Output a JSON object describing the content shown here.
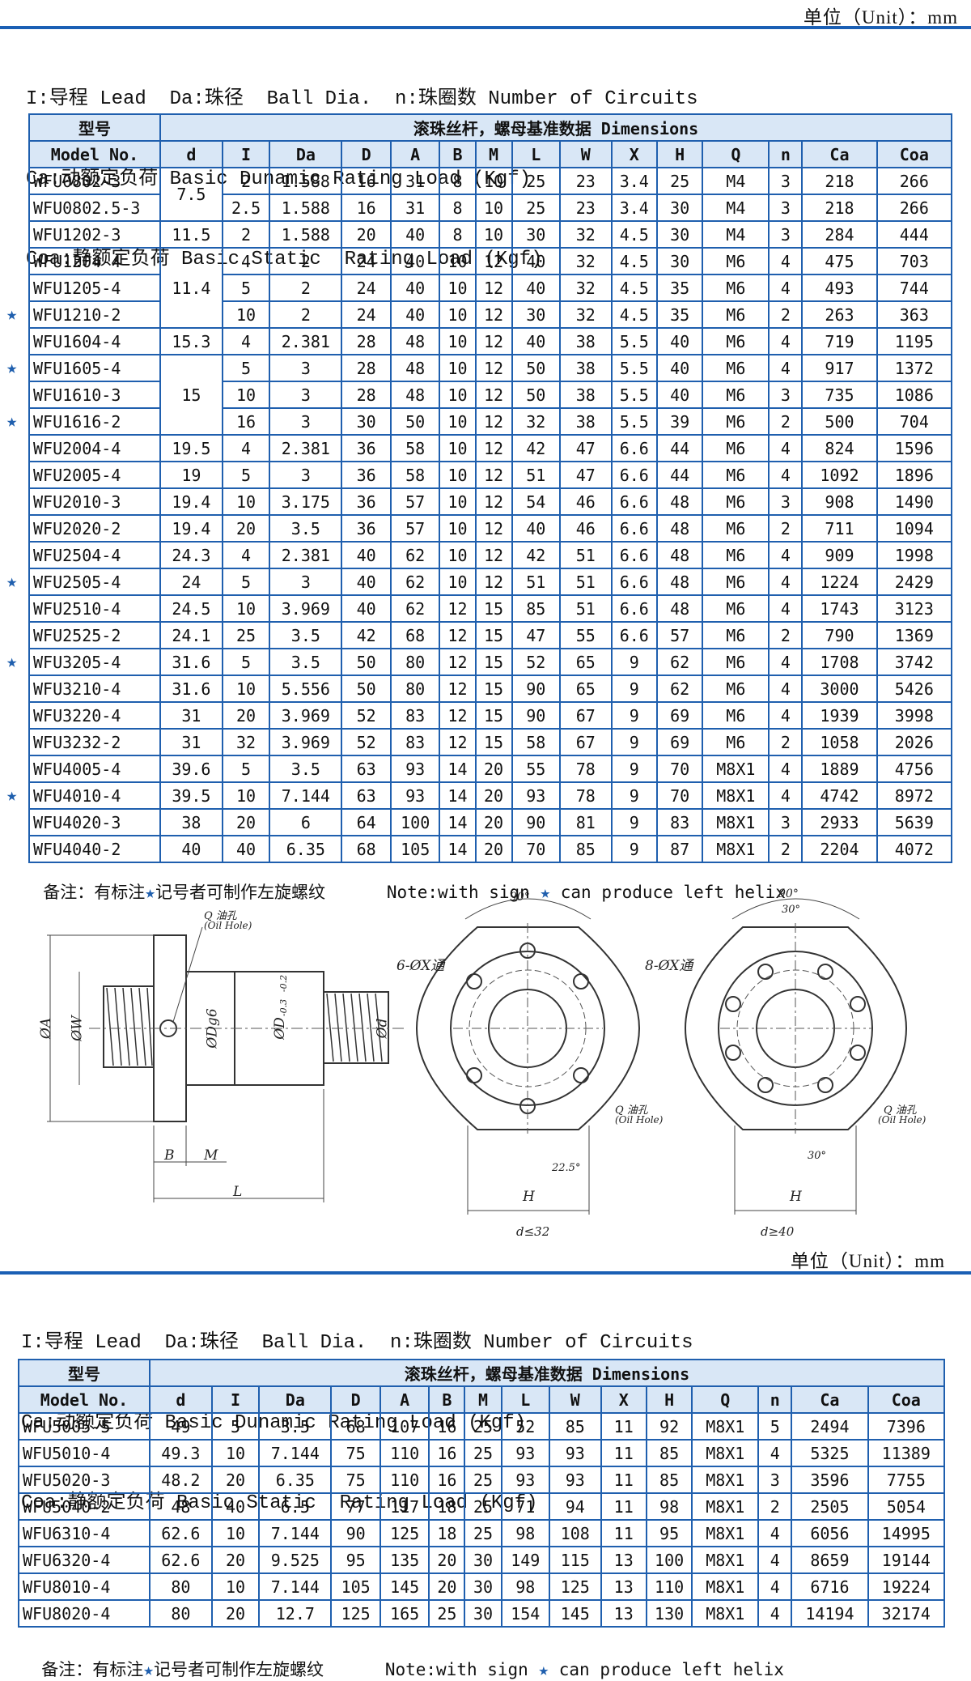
{
  "unit_label": "单位（Unit）：mm",
  "legend": [
    "I:导程 Lead  Da:珠径  Ball Dia.  n:珠圈数 Number of Circuits",
    "Ca:动额定负荷 Basic Dunamic Rating Load (Kgf)",
    "Coa:静额定负荷 Basic Static  Rating Load (Kgf)"
  ],
  "header": {
    "model_cn": "型号",
    "model_en": "Model No.",
    "dimensions": "滚珠丝杆，螺母基准数据 Dimensions",
    "columns": [
      "d",
      "I",
      "Da",
      "D",
      "A",
      "B",
      "M",
      "L",
      "W",
      "X",
      "H",
      "Q",
      "n",
      "Ca",
      "Coa"
    ]
  },
  "table1": [
    {
      "model": "WFU0802-3",
      "star": false,
      "d": "7.5",
      "I": "2",
      "Da": "1.588",
      "D": "16",
      "A": "31",
      "B": "8",
      "M": "10",
      "L": "25",
      "W": "23",
      "X": "3.4",
      "H": "25",
      "Q": "M4",
      "n": "3",
      "Ca": "218",
      "Coa": "266"
    },
    {
      "model": "WFU0802.5-3",
      "star": false,
      "d": "",
      "I": "2.5",
      "Da": "1.588",
      "D": "16",
      "A": "31",
      "B": "8",
      "M": "10",
      "L": "25",
      "W": "23",
      "X": "3.4",
      "H": "30",
      "Q": "M4",
      "n": "3",
      "Ca": "218",
      "Coa": "266"
    },
    {
      "model": "WFU1202-3",
      "star": false,
      "d": "11.5",
      "I": "2",
      "Da": "1.588",
      "D": "20",
      "A": "40",
      "B": "8",
      "M": "10",
      "L": "30",
      "W": "32",
      "X": "4.5",
      "H": "30",
      "Q": "M4",
      "n": "3",
      "Ca": "284",
      "Coa": "444"
    },
    {
      "model": "WFU1204-4",
      "star": false,
      "d": "11.4",
      "I": "4",
      "Da": "2",
      "D": "24",
      "A": "40",
      "B": "10",
      "M": "12",
      "L": "40",
      "W": "32",
      "X": "4.5",
      "H": "30",
      "Q": "M6",
      "n": "4",
      "Ca": "475",
      "Coa": "703"
    },
    {
      "model": "WFU1205-4",
      "star": false,
      "d": "",
      "I": "5",
      "Da": "2",
      "D": "24",
      "A": "40",
      "B": "10",
      "M": "12",
      "L": "40",
      "W": "32",
      "X": "4.5",
      "H": "35",
      "Q": "M6",
      "n": "4",
      "Ca": "493",
      "Coa": "744"
    },
    {
      "model": "WFU1210-2",
      "star": true,
      "d": "",
      "I": "10",
      "Da": "2",
      "D": "24",
      "A": "40",
      "B": "10",
      "M": "12",
      "L": "30",
      "W": "32",
      "X": "4.5",
      "H": "35",
      "Q": "M6",
      "n": "2",
      "Ca": "263",
      "Coa": "363"
    },
    {
      "model": "WFU1604-4",
      "star": false,
      "d": "15.3",
      "I": "4",
      "Da": "2.381",
      "D": "28",
      "A": "48",
      "B": "10",
      "M": "12",
      "L": "40",
      "W": "38",
      "X": "5.5",
      "H": "40",
      "Q": "M6",
      "n": "4",
      "Ca": "719",
      "Coa": "1195"
    },
    {
      "model": "WFU1605-4",
      "star": true,
      "d": "15",
      "I": "5",
      "Da": "3",
      "D": "28",
      "A": "48",
      "B": "10",
      "M": "12",
      "L": "50",
      "W": "38",
      "X": "5.5",
      "H": "40",
      "Q": "M6",
      "n": "4",
      "Ca": "917",
      "Coa": "1372"
    },
    {
      "model": "WFU1610-3",
      "star": false,
      "d": "",
      "I": "10",
      "Da": "3",
      "D": "28",
      "A": "48",
      "B": "10",
      "M": "12",
      "L": "50",
      "W": "38",
      "X": "5.5",
      "H": "40",
      "Q": "M6",
      "n": "3",
      "Ca": "735",
      "Coa": "1086"
    },
    {
      "model": "WFU1616-2",
      "star": true,
      "d": "",
      "I": "16",
      "Da": "3",
      "D": "30",
      "A": "50",
      "B": "10",
      "M": "12",
      "L": "32",
      "W": "38",
      "X": "5.5",
      "H": "39",
      "Q": "M6",
      "n": "2",
      "Ca": "500",
      "Coa": "704"
    },
    {
      "model": "WFU2004-4",
      "star": false,
      "d": "19.5",
      "I": "4",
      "Da": "2.381",
      "D": "36",
      "A": "58",
      "B": "10",
      "M": "12",
      "L": "42",
      "W": "47",
      "X": "6.6",
      "H": "44",
      "Q": "M6",
      "n": "4",
      "Ca": "824",
      "Coa": "1596"
    },
    {
      "model": "WFU2005-4",
      "star": false,
      "d": "19",
      "I": "5",
      "Da": "3",
      "D": "36",
      "A": "58",
      "B": "10",
      "M": "12",
      "L": "51",
      "W": "47",
      "X": "6.6",
      "H": "44",
      "Q": "M6",
      "n": "4",
      "Ca": "1092",
      "Coa": "1896"
    },
    {
      "model": "WFU2010-3",
      "star": false,
      "d": "19.4",
      "I": "10",
      "Da": "3.175",
      "D": "36",
      "A": "57",
      "B": "10",
      "M": "12",
      "L": "54",
      "W": "46",
      "X": "6.6",
      "H": "48",
      "Q": "M6",
      "n": "3",
      "Ca": "908",
      "Coa": "1490"
    },
    {
      "model": "WFU2020-2",
      "star": false,
      "d": "19.4",
      "I": "20",
      "Da": "3.5",
      "D": "36",
      "A": "57",
      "B": "10",
      "M": "12",
      "L": "40",
      "W": "46",
      "X": "6.6",
      "H": "48",
      "Q": "M6",
      "n": "2",
      "Ca": "711",
      "Coa": "1094"
    },
    {
      "model": "WFU2504-4",
      "star": false,
      "d": "24.3",
      "I": "4",
      "Da": "2.381",
      "D": "40",
      "A": "62",
      "B": "10",
      "M": "12",
      "L": "42",
      "W": "51",
      "X": "6.6",
      "H": "48",
      "Q": "M6",
      "n": "4",
      "Ca": "909",
      "Coa": "1998"
    },
    {
      "model": "WFU2505-4",
      "star": true,
      "d": "24",
      "I": "5",
      "Da": "3",
      "D": "40",
      "A": "62",
      "B": "10",
      "M": "12",
      "L": "51",
      "W": "51",
      "X": "6.6",
      "H": "48",
      "Q": "M6",
      "n": "4",
      "Ca": "1224",
      "Coa": "2429"
    },
    {
      "model": "WFU2510-4",
      "star": false,
      "d": "24.5",
      "I": "10",
      "Da": "3.969",
      "D": "40",
      "A": "62",
      "B": "12",
      "M": "15",
      "L": "85",
      "W": "51",
      "X": "6.6",
      "H": "48",
      "Q": "M6",
      "n": "4",
      "Ca": "1743",
      "Coa": "3123"
    },
    {
      "model": "WFU2525-2",
      "star": false,
      "d": "24.1",
      "I": "25",
      "Da": "3.5",
      "D": "42",
      "A": "68",
      "B": "12",
      "M": "15",
      "L": "47",
      "W": "55",
      "X": "6.6",
      "H": "57",
      "Q": "M6",
      "n": "2",
      "Ca": "790",
      "Coa": "1369"
    },
    {
      "model": "WFU3205-4",
      "star": true,
      "d": "31.6",
      "I": "5",
      "Da": "3.5",
      "D": "50",
      "A": "80",
      "B": "12",
      "M": "15",
      "L": "52",
      "W": "65",
      "X": "9",
      "H": "62",
      "Q": "M6",
      "n": "4",
      "Ca": "1708",
      "Coa": "3742"
    },
    {
      "model": "WFU3210-4",
      "star": false,
      "d": "31.6",
      "I": "10",
      "Da": "5.556",
      "D": "50",
      "A": "80",
      "B": "12",
      "M": "15",
      "L": "90",
      "W": "65",
      "X": "9",
      "H": "62",
      "Q": "M6",
      "n": "4",
      "Ca": "3000",
      "Coa": "5426"
    },
    {
      "model": "WFU3220-4",
      "star": false,
      "d": "31",
      "I": "20",
      "Da": "3.969",
      "D": "52",
      "A": "83",
      "B": "12",
      "M": "15",
      "L": "90",
      "W": "67",
      "X": "9",
      "H": "69",
      "Q": "M6",
      "n": "4",
      "Ca": "1939",
      "Coa": "3998"
    },
    {
      "model": "WFU3232-2",
      "star": false,
      "d": "31",
      "I": "32",
      "Da": "3.969",
      "D": "52",
      "A": "83",
      "B": "12",
      "M": "15",
      "L": "58",
      "W": "67",
      "X": "9",
      "H": "69",
      "Q": "M6",
      "n": "2",
      "Ca": "1058",
      "Coa": "2026"
    },
    {
      "model": "WFU4005-4",
      "star": false,
      "d": "39.6",
      "I": "5",
      "Da": "3.5",
      "D": "63",
      "A": "93",
      "B": "14",
      "M": "20",
      "L": "55",
      "W": "78",
      "X": "9",
      "H": "70",
      "Q": "M8X1",
      "n": "4",
      "Ca": "1889",
      "Coa": "4756"
    },
    {
      "model": "WFU4010-4",
      "star": true,
      "d": "39.5",
      "I": "10",
      "Da": "7.144",
      "D": "63",
      "A": "93",
      "B": "14",
      "M": "20",
      "L": "93",
      "W": "78",
      "X": "9",
      "H": "70",
      "Q": "M8X1",
      "n": "4",
      "Ca": "4742",
      "Coa": "8972"
    },
    {
      "model": "WFU4020-3",
      "star": false,
      "d": "38",
      "I": "20",
      "Da": "6",
      "D": "64",
      "A": "100",
      "B": "14",
      "M": "20",
      "L": "90",
      "W": "81",
      "X": "9",
      "H": "83",
      "Q": "M8X1",
      "n": "3",
      "Ca": "2933",
      "Coa": "5639"
    },
    {
      "model": "WFU4040-2",
      "star": false,
      "d": "40",
      "I": "40",
      "Da": "6.35",
      "D": "68",
      "A": "105",
      "B": "14",
      "M": "20",
      "L": "70",
      "W": "85",
      "X": "9",
      "H": "87",
      "Q": "M8X1",
      "n": "2",
      "Ca": "2204",
      "Coa": "4072"
    }
  ],
  "table2": [
    {
      "model": "WFU5005-5",
      "d": "49",
      "I": "5",
      "Da": "3.5",
      "D": "68",
      "A": "107",
      "B": "16",
      "M": "25",
      "L": "52",
      "W": "85",
      "X": "11",
      "H": "92",
      "Q": "M8X1",
      "n": "5",
      "Ca": "2494",
      "Coa": "7396"
    },
    {
      "model": "WFU5010-4",
      "d": "49.3",
      "I": "10",
      "Da": "7.144",
      "D": "75",
      "A": "110",
      "B": "16",
      "M": "25",
      "L": "93",
      "W": "93",
      "X": "11",
      "H": "85",
      "Q": "M8X1",
      "n": "4",
      "Ca": "5325",
      "Coa": "11389"
    },
    {
      "model": "WFU5020-3",
      "d": "48.2",
      "I": "20",
      "Da": "6.35",
      "D": "75",
      "A": "110",
      "B": "16",
      "M": "25",
      "L": "93",
      "W": "93",
      "X": "11",
      "H": "85",
      "Q": "M8X1",
      "n": "3",
      "Ca": "3596",
      "Coa": "7755"
    },
    {
      "model": "WFU5040-2",
      "d": "48",
      "I": "40",
      "Da": "6.5",
      "D": "77",
      "A": "117",
      "B": "18",
      "M": "25",
      "L": "71",
      "W": "94",
      "X": "11",
      "H": "98",
      "Q": "M8X1",
      "n": "2",
      "Ca": "2505",
      "Coa": "5054"
    },
    {
      "model": "WFU6310-4",
      "d": "62.6",
      "I": "10",
      "Da": "7.144",
      "D": "90",
      "A": "125",
      "B": "18",
      "M": "25",
      "L": "98",
      "W": "108",
      "X": "11",
      "H": "95",
      "Q": "M8X1",
      "n": "4",
      "Ca": "6056",
      "Coa": "14995"
    },
    {
      "model": "WFU6320-4",
      "d": "62.6",
      "I": "20",
      "Da": "9.525",
      "D": "95",
      "A": "135",
      "B": "20",
      "M": "30",
      "L": "149",
      "W": "115",
      "X": "13",
      "H": "100",
      "Q": "M8X1",
      "n": "4",
      "Ca": "8659",
      "Coa": "19144"
    },
    {
      "model": "WFU8010-4",
      "d": "80",
      "I": "10",
      "Da": "7.144",
      "D": "105",
      "A": "145",
      "B": "20",
      "M": "30",
      "L": "98",
      "W": "125",
      "X": "13",
      "H": "110",
      "Q": "M8X1",
      "n": "4",
      "Ca": "6716",
      "Coa": "19224"
    },
    {
      "model": "WFU8020-4",
      "d": "80",
      "I": "20",
      "Da": "12.7",
      "D": "125",
      "A": "165",
      "B": "25",
      "M": "30",
      "L": "154",
      "W": "145",
      "X": "13",
      "H": "130",
      "Q": "M8X1",
      "n": "4",
      "Ca": "14194",
      "Coa": "32174"
    }
  ],
  "note": {
    "cn_before": "备注：有标注",
    "star": "★",
    "cn_after": "记号者可制作左旋螺纹",
    "en_before": "Note:with sign ",
    "en_after": " can produce left helix"
  },
  "drawing": {
    "oil_hole_cn": "Q 油孔",
    "oil_hole_en": "(Oil Hole)",
    "phi_A": "ØA",
    "phi_W": "ØW",
    "phi_Dg6": "ØDg6",
    "phi_D_tol": "ØD",
    "tol_upper": "-0.2",
    "tol_lower": "-0.3",
    "phi_d": "Ød",
    "label_B": "B",
    "label_M": "M",
    "label_L": "L",
    "label_H1": "H",
    "label_H2": "H",
    "holes_6": "6-ØX通",
    "holes_8": "8-ØX通",
    "angle_90_a": "90°",
    "angle_90_b": "90°",
    "angle_30_top": "30°",
    "angle_30_bottom": "30°",
    "angle_22_5": "22.5°",
    "caption_small": "d≤32",
    "caption_large": "d≥40"
  },
  "colors": {
    "accent": "#1f5fae",
    "header_bg": "#d9e7f6",
    "star": "#1f5fae"
  }
}
